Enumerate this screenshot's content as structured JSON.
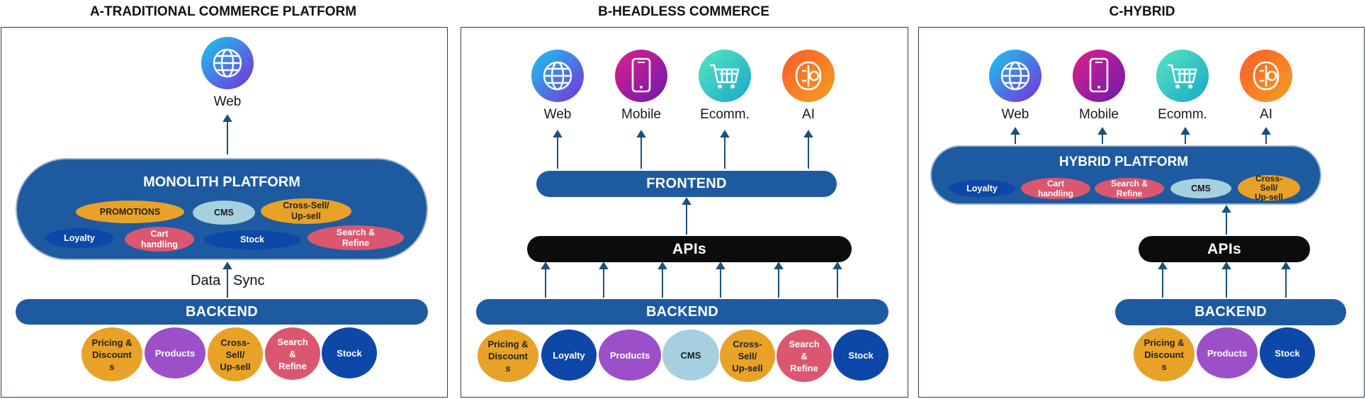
{
  "panels": {
    "a": {
      "title": "A-TRADITIONAL COMMERCE PLATFORM",
      "channels": [
        "Web"
      ],
      "platform_title": "MONOLITH PLATFORM",
      "platform_items": [
        "PROMOTIONS",
        "CMS",
        "Cross-Sell/\nUp-sell",
        "Loyalty",
        "Cart\nhandling",
        "Stock",
        "Search &\nRefine"
      ],
      "sync_left": "Data",
      "sync_right": "Sync",
      "backend": "BACKEND",
      "backend_items": [
        "Pricing &\nDiscount\ns",
        "Products",
        "Cross-\nSell/\nUp-sell",
        "Search\n&\nRefine",
        "Stock"
      ]
    },
    "b": {
      "title": "B-HEADLESS COMMERCE",
      "channels": [
        "Web",
        "Mobile",
        "Ecomm.",
        "AI"
      ],
      "frontend": "FRONTEND",
      "apis": "APIs",
      "backend": "BACKEND",
      "backend_items": [
        "Pricing &\nDiscount\ns",
        "Loyalty",
        "Products",
        "CMS",
        "Cross-\nSell/\nUp-sell",
        "Search\n&\nRefine",
        "Stock"
      ]
    },
    "c": {
      "title": "C-HYBRID",
      "channels": [
        "Web",
        "Mobile",
        "Ecomm.",
        "AI"
      ],
      "platform_title": "HYBRID PLATFORM",
      "platform_items": [
        "Loyalty",
        "Cart\nhandling",
        "Search &\nRefine",
        "CMS",
        "Cross-\nSell/\nUp-sell"
      ],
      "apis": "APIs",
      "backend": "BACKEND",
      "backend_items": [
        "Pricing &\nDiscount\ns",
        "Products",
        "Stock"
      ]
    }
  },
  "icons": [
    "globe-icon",
    "mobile-phone-icon",
    "shopping-cart-icon",
    "ai-brain-icon"
  ],
  "colors": {
    "bar_blue": "#1e5aa0",
    "api_black": "#0c0c0c",
    "orange": "#e8a227",
    "light_blue": "#a6cfe0",
    "dark_blue": "#0d47a8",
    "pink": "#dc5670",
    "purple": "#9b4fc9",
    "arrow": "#1c4f7a",
    "panel_border": "#2b3a55"
  }
}
